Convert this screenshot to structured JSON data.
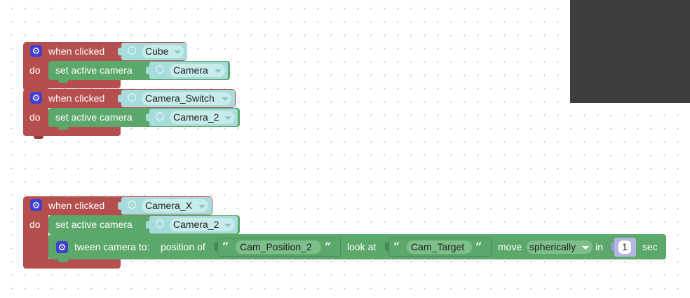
{
  "colors": {
    "event_block": "#b74e4e",
    "action_block": "#5ca86b",
    "object_block": "#a6dcdc",
    "preview_panel": "#3d3d3d",
    "event_icon": "#3f3fd0"
  },
  "icons": {
    "event": "gear-icon",
    "object": "cube-icon",
    "quote": "quote-icon"
  },
  "glyphs": {
    "gear": "⚙",
    "cube": "⬡",
    "open_quote": "“",
    "close_quote": "”"
  },
  "group1": {
    "when_label": "when clicked",
    "object": "Cube",
    "do_label": "do",
    "action_label": "set active camera",
    "camera": "Camera"
  },
  "group2": {
    "when_label": "when clicked",
    "object": "Camera_Switch",
    "do_label": "do",
    "action_label": "set active camera",
    "camera": "Camera_2"
  },
  "group3": {
    "when_label": "when clicked",
    "object": "Camera_X",
    "do_label": "do",
    "action_label": "set active camera",
    "camera": "Camera_2",
    "tween": {
      "label": "tween camera to:",
      "position_label": "position of",
      "position_value": "Cam_Position_2",
      "look_label": "look at",
      "look_value": "Cam_Target",
      "move_label": "move",
      "move_mode": "spherically",
      "in_label": "in",
      "duration": "1",
      "unit_label": "sec"
    }
  }
}
